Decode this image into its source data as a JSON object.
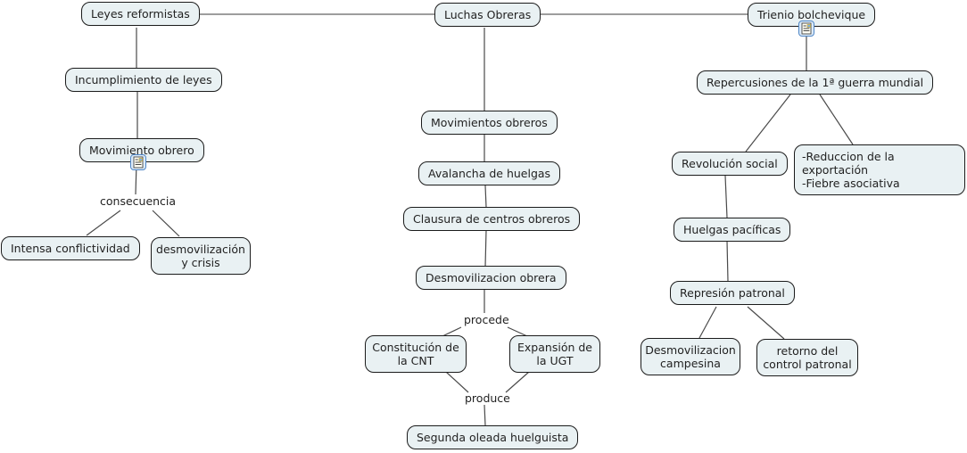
{
  "diagram": {
    "type": "concept-map",
    "root": "Luchas Obreras",
    "colors": {
      "background": "#ffffff",
      "node_fill": "#e9f1f3",
      "node_border": "#1b1b1b",
      "node_text": "#222222",
      "connector": "#4a4a4a",
      "top_connector": "#7d7d7d",
      "icon_border": "#4f86c6",
      "icon_fill": "#ddebf8"
    }
  },
  "nodes": {
    "leyes_reformistas": {
      "label": "Leyes reformistas"
    },
    "luchas_obreras": {
      "label": "Luchas Obreras"
    },
    "trienio_bolchevique": {
      "label": "Trienio bolchevique"
    },
    "incumplimiento_de_leyes": {
      "label": "Incumplimiento de leyes"
    },
    "movimiento_obrero": {
      "label": "Movimiento obrero"
    },
    "intensa_conflictividad": {
      "label": "Intensa conflictividad"
    },
    "desmovilizacion_y_crisis": {
      "label": "desmovilización y crisis"
    },
    "movimientos_obreros": {
      "label": "Movimientos obreros"
    },
    "avalancha_de_huelgas": {
      "label": "Avalancha de huelgas"
    },
    "clausura_de_centros_obreros": {
      "label": "Clausura de centros obreros"
    },
    "desmovilizacion_obrera": {
      "label": "Desmovilizacion obrera"
    },
    "constitucion_de_la_cnt": {
      "label": "Constitución de la CNT"
    },
    "expansion_de_la_ugt": {
      "label": "Expansión de la UGT"
    },
    "segunda_oleada_huelguista": {
      "label": "Segunda oleada huelguista"
    },
    "repercusiones_1_guerra_mundial": {
      "label": "Repercusiones de la 1ª guerra mundial"
    },
    "revolucion_social": {
      "label": "Revolución social"
    },
    "reduccion_exportacion_fiebre_asociativa": {
      "label": "-Reduccion de la exportación\n-Fiebre asociativa"
    },
    "huelgas_pacificas": {
      "label": "Huelgas pacíficas"
    },
    "represion_patronal": {
      "label": "Represión patronal"
    },
    "desmovilizacion_campesina": {
      "label": "Desmovilizacion campesina"
    },
    "retorno_del_control_patronal": {
      "label": "retorno del control patronal"
    }
  },
  "linking_phrases": {
    "consecuencia": "consecuencia",
    "procede": "procede",
    "produce": "produce"
  },
  "icons": {
    "movimiento_obrero_resource": "document-resource-icon",
    "trienio_bolchevique_resource": "document-resource-icon"
  },
  "edges": [
    {
      "from": "leyes_reformistas",
      "to": "luchas_obreras"
    },
    {
      "from": "luchas_obreras",
      "to": "trienio_bolchevique"
    },
    {
      "from": "leyes_reformistas",
      "to": "incumplimiento_de_leyes"
    },
    {
      "from": "incumplimiento_de_leyes",
      "to": "movimiento_obrero"
    },
    {
      "from": "movimiento_obrero",
      "to": "intensa_conflictividad",
      "phrase": "consecuencia"
    },
    {
      "from": "movimiento_obrero",
      "to": "desmovilizacion_y_crisis",
      "phrase": "consecuencia"
    },
    {
      "from": "luchas_obreras",
      "to": "movimientos_obreros"
    },
    {
      "from": "movimientos_obreros",
      "to": "avalancha_de_huelgas"
    },
    {
      "from": "avalancha_de_huelgas",
      "to": "clausura_de_centros_obreros"
    },
    {
      "from": "clausura_de_centros_obreros",
      "to": "desmovilizacion_obrera"
    },
    {
      "from": "desmovilizacion_obrera",
      "to": "constitucion_de_la_cnt",
      "phrase": "procede"
    },
    {
      "from": "desmovilizacion_obrera",
      "to": "expansion_de_la_ugt",
      "phrase": "procede"
    },
    {
      "from": "constitucion_de_la_cnt",
      "to": "segunda_oleada_huelguista",
      "phrase": "produce"
    },
    {
      "from": "expansion_de_la_ugt",
      "to": "segunda_oleada_huelguista",
      "phrase": "produce"
    },
    {
      "from": "trienio_bolchevique",
      "to": "repercusiones_1_guerra_mundial"
    },
    {
      "from": "repercusiones_1_guerra_mundial",
      "to": "revolucion_social"
    },
    {
      "from": "repercusiones_1_guerra_mundial",
      "to": "reduccion_exportacion_fiebre_asociativa"
    },
    {
      "from": "revolucion_social",
      "to": "huelgas_pacificas"
    },
    {
      "from": "huelgas_pacificas",
      "to": "represion_patronal"
    },
    {
      "from": "represion_patronal",
      "to": "desmovilizacion_campesina"
    },
    {
      "from": "represion_patronal",
      "to": "retorno_del_control_patronal"
    }
  ]
}
